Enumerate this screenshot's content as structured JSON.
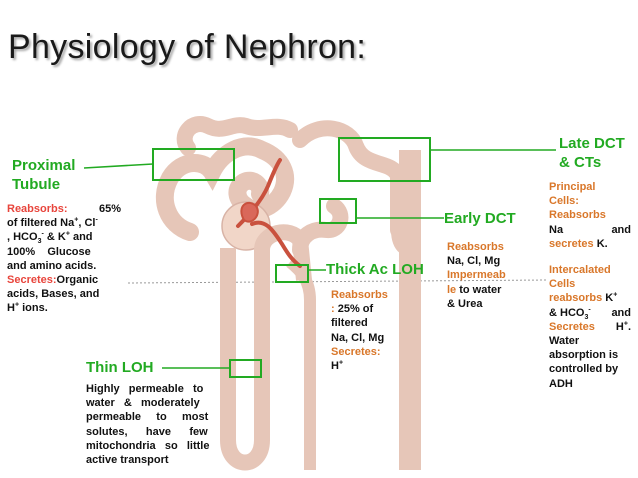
{
  "title": "Physiology of Nephron:",
  "labels": {
    "proximal": [
      "Proximal",
      "Tubule"
    ],
    "late_dct": [
      "Late DCT",
      "& CTs"
    ],
    "early_dct": "Early DCT",
    "thick_loh": "Thick Ac LOH",
    "thin_loh": "Thin LOH"
  },
  "proximal_text": {
    "reabsorbs_key": "Reabsorbs:",
    "reabsorbs_pct": "65%",
    "line2": "of filtered Na",
    "line2_sup1": "+",
    "line2_mid": ", Cl",
    "line2_sup2": "-",
    "line3_a": ", HCO",
    "line3_sub": "3",
    "line3_sup": "-",
    "line3_b": " & K",
    "line3_sup2": "+",
    "line3_c": " and",
    "line4": "100%    Glucose",
    "line5": "and amino acids.",
    "secretes_key": "Secretes:",
    "secretes_a": "Organic",
    "line7": "acids, Bases, and",
    "line8_a": "H",
    "line8_sup": "+",
    "line8_b": " ions."
  },
  "thick_text": {
    "reabsorbs_key": "Reabsorbs",
    "colon": ":",
    "pct": " 25% of",
    "line3": "filtered",
    "line4": "Na, Cl, Mg",
    "secretes_key": "Secretes:",
    "line6_a": "H",
    "line6_sup": "+"
  },
  "early_text": {
    "reabsorbs_key": "Reabsorbs",
    "line2": "Na, Cl, Mg",
    "imper_a": "Impermeab",
    "imper_b": "le",
    "imper_c": " to water",
    "line5": "& Urea"
  },
  "late_text": {
    "principal_1": "Principal",
    "principal_2": "Cells:",
    "reabsorbs_key": "Reabsorbs",
    "na_a": "Na",
    "na_b": "and",
    "secretes_key": "secretes",
    "secretes_k": " K.",
    "intercalated_1": "Intercalated",
    "intercalated_2": "Cells",
    "reabsorbs2_key": "reabsorbs",
    "reabsorbs2_val": " K",
    "reabsorbs2_sup": "+",
    "hco_a": "& HCO",
    "hco_sub": "3",
    "hco_sup": "-",
    "hco_b": " and",
    "secretes2_key": "Secretes",
    "secretes2_val": " H",
    "secretes2_sup": "+",
    "secretes2_dot": ".",
    "water_1": "Water",
    "water_2": "absorption is",
    "water_3": "controlled by",
    "water_4": "ADH"
  },
  "thin_text": {
    "line1": "Highly   permeable   to",
    "line2": "water   &   moderately",
    "line3": "permeable     to     most",
    "line4": "solutes,      have      few",
    "line5": "mitochondria   so   little",
    "line6": "active transport"
  },
  "colors": {
    "label_green": "#22aa22",
    "key_orange": "#d9772a",
    "key_red": "#e8453c",
    "tubule_fill": "#f3dfd6",
    "tubule_stroke": "#d8b3a6",
    "vessel": "#c9513e"
  }
}
